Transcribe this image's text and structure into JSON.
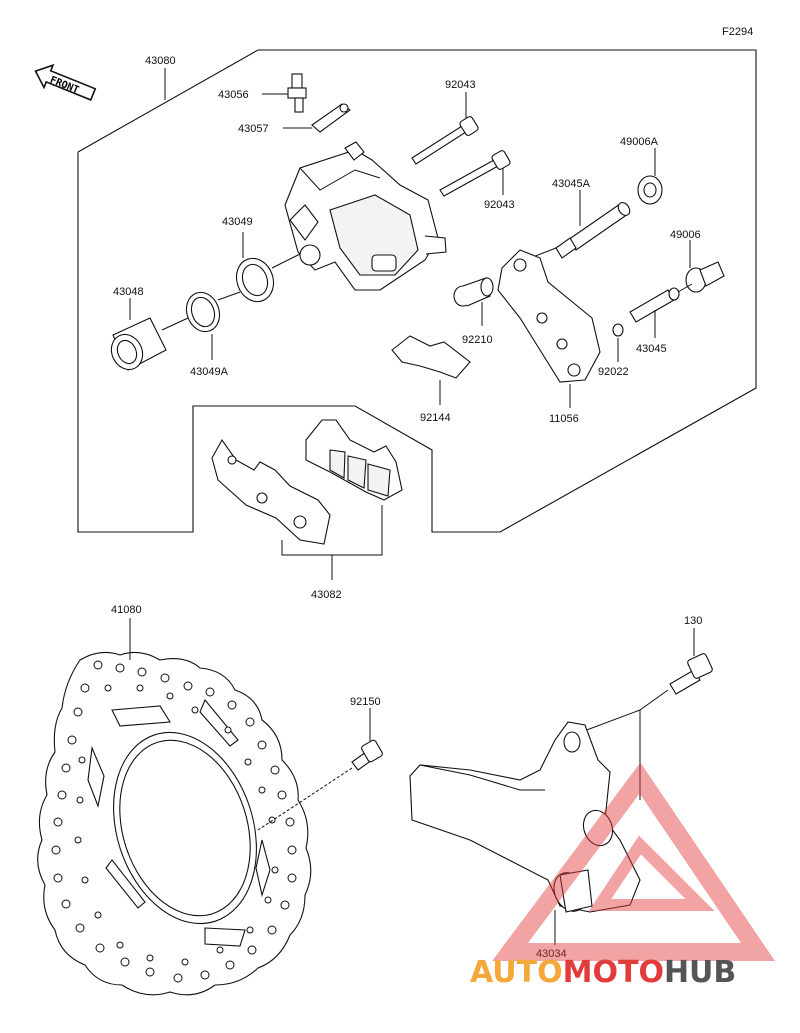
{
  "figure_code": "F2294",
  "front_label": "FRONT",
  "parts": {
    "caliper_assy": "43080",
    "bleeder_valve": "43056",
    "bleeder_cap": "43057",
    "pin_upper": "92043",
    "pin_lower": "92043",
    "boot_a": "49006A",
    "pin_a": "43045A",
    "boot": "49006",
    "seal_dust": "43049",
    "piston": "43048",
    "seal_piston": "43049A",
    "collar": "92210",
    "bracket": "11056",
    "clip_ring": "92022",
    "pin": "43045",
    "spring_pad": "92144",
    "pad_assy": "43082",
    "disc": "41080",
    "disc_bolt": "92150",
    "flange_bolt": "130",
    "holder": "43034"
  },
  "watermark": {
    "part1": "AUTO",
    "part2": "MOTO",
    "part3": "HUB",
    "color_orange": "#f4a83a",
    "color_red": "#e23b3b",
    "color_gray": "#555555"
  }
}
